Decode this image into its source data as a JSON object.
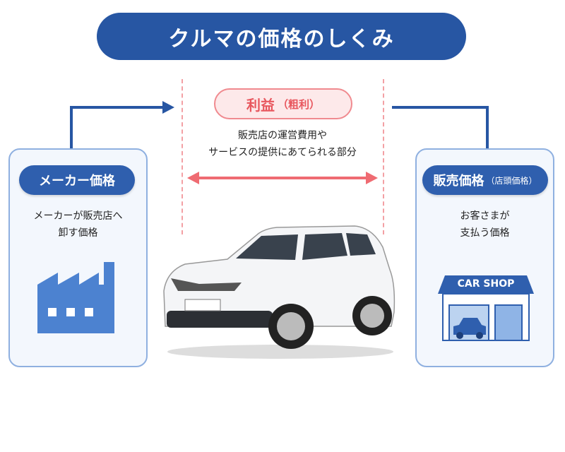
{
  "title": "クルマの価格のしくみ",
  "maker": {
    "label": "メーカー価格",
    "line1": "メーカーが販売店へ",
    "line2": "卸す価格"
  },
  "profit": {
    "label": "利益",
    "sub": "（粗利）",
    "line1": "販売店の運営費用や",
    "line2": "サービスの提供にあてられる部分"
  },
  "retail": {
    "label": "販売価格",
    "sub": "（店頭価格）",
    "line1": "お客さまが",
    "line2": "支払う価格",
    "shop_sign": "CAR SHOP"
  },
  "colors": {
    "primary": "#2756a3",
    "accent": "#ef6b72"
  }
}
